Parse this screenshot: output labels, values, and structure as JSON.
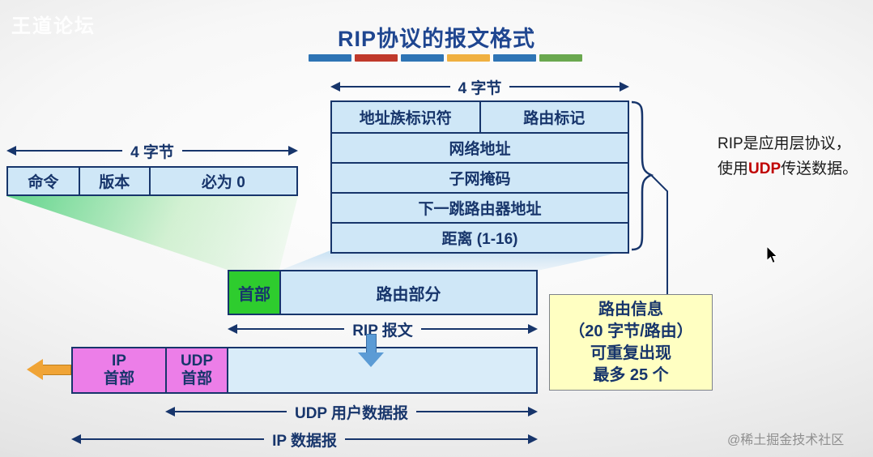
{
  "page": {
    "watermark": "王道论坛",
    "footer_watermark": "@稀土掘金技术社区",
    "title": "RIP协议的报文格式"
  },
  "note": {
    "line1": "RIP是应用层协议，",
    "line2_pre": "使用",
    "line2_highlight": "UDP",
    "line2_post": "传送数据。"
  },
  "rip_table": {
    "width_label": "4 字节",
    "row1": {
      "left": "地址族标识符",
      "right": "路由标记"
    },
    "rows": [
      "网络地址",
      "子网掩码",
      "下一跳路由器地址",
      "距离 (1-16)"
    ]
  },
  "header_fields": {
    "width_label": "4 字节",
    "cells": [
      "命令",
      "版本",
      "必为 0"
    ]
  },
  "rip_message": {
    "header_cell": "首部",
    "route_cell": "路由部分",
    "span_label": "RIP 报文"
  },
  "datagram": {
    "ip_header_lines": [
      "IP",
      "首部"
    ],
    "udp_header_lines": [
      "UDP",
      "首部"
    ],
    "udp_span_label": "UDP 用户数据报",
    "ip_span_label": "IP 数据报"
  },
  "route_info_box": {
    "lines": [
      "路由信息",
      "（20 字节/路由）",
      "可重复出现",
      "最多 25 个"
    ]
  },
  "colors": {
    "title": "#1F4690",
    "diagram_line": "#17356B",
    "table_fill": "#CFE7F7",
    "header_green": "#2ECC2E",
    "ip_udp_magenta": "#EC7EE8",
    "route_box_fill": "#FFFFC2",
    "udp_highlight": "#C00000",
    "down_arrow_blue": "#5B9BD5",
    "left_arrow_orange": "#F0A436",
    "ribbon": [
      "#2E74B5",
      "#C0392B",
      "#2E74B5",
      "#F0B040",
      "#2E74B5",
      "#6AA84F"
    ]
  }
}
